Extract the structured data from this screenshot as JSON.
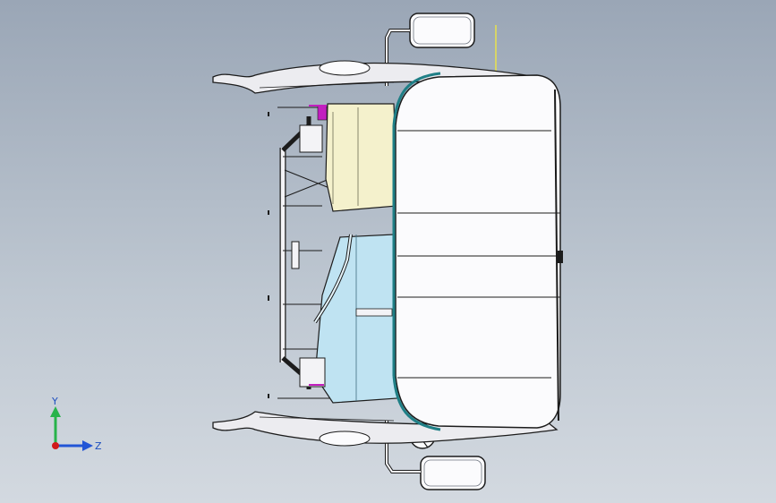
{
  "viewport": {
    "background_top": "#9aa6b6",
    "background_bottom": "#d3d9e0"
  },
  "model": {
    "description_name": "truck-cab-top-view",
    "colors": {
      "cab_panel": "#fbfbfd",
      "cab_edge": "#1f7f86",
      "frame_line": "#1c1c1c",
      "engine_yellow": "#f4f1cc",
      "tank_blue": "#bfe3f2",
      "magenta_part": "#c21fbf",
      "reference_line": "#e9e24c"
    }
  },
  "triad": {
    "y_label": "Y",
    "z_label": "Z",
    "y_color": "#27b34a",
    "z_color": "#2255d6",
    "origin_color": "#d11a1a"
  }
}
